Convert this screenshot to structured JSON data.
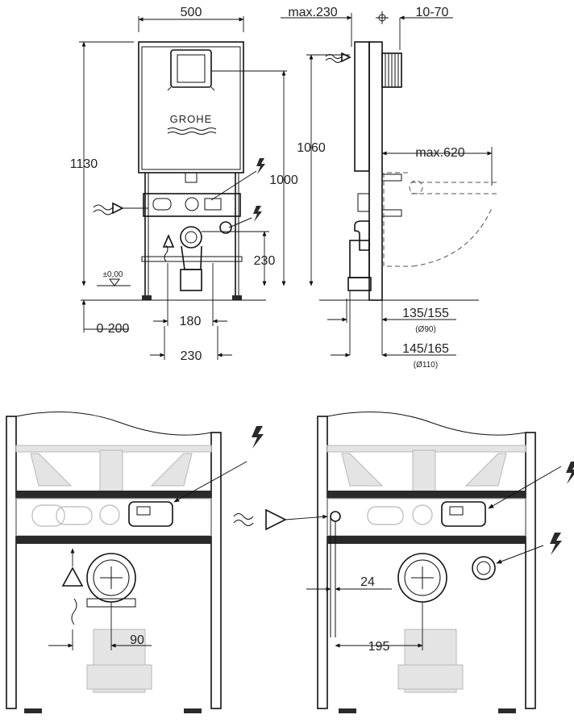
{
  "brand": "GROHE",
  "front_view": {
    "width_label": "500",
    "height_label": "1130",
    "inner_height_label": "1000",
    "pipe_height_label": "230",
    "zero_level_label": "±0,00",
    "adjust_label": "0-200",
    "spacing_180": "180",
    "spacing_230": "230"
  },
  "side_view": {
    "max230": "max.230",
    "range_10_70": "10-70",
    "height_1060": "1060",
    "max620": "max.620",
    "offset1": "135/155",
    "diam1": "(Ø90)",
    "offset2": "145/165",
    "diam2": "(Ø110)"
  },
  "detail_left": {
    "dim_90": "90"
  },
  "detail_right": {
    "dim_24": "24",
    "dim_195": "195"
  }
}
